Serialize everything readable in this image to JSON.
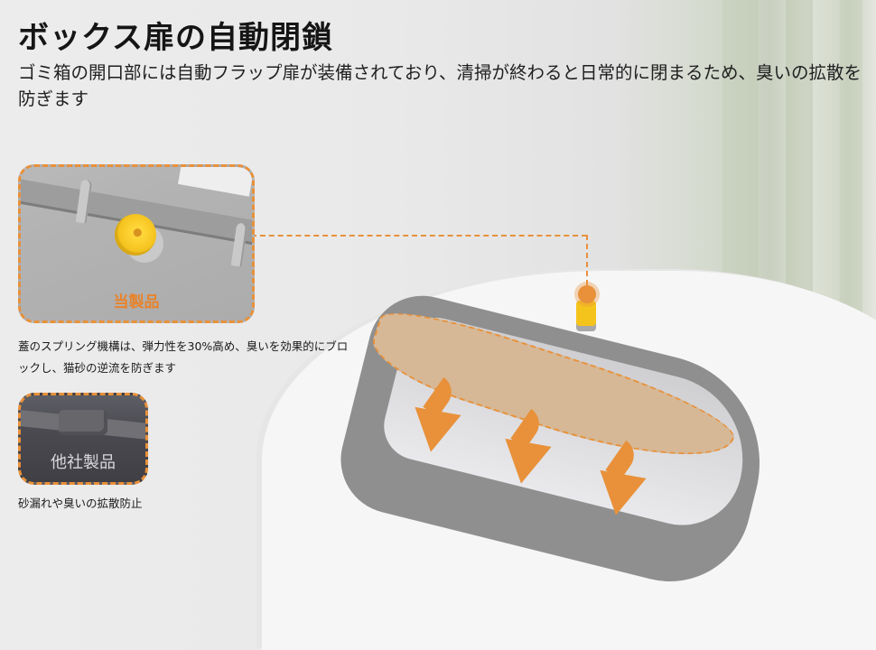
{
  "headline": "ボックス扉の自動閉鎖",
  "description": "ゴミ箱の開口部には自動フラップ扉が装備されており、清掃が終わると日常的に閉まるため、臭いの拡散を防ぎます",
  "comparison": {
    "ours": {
      "label": "当製品",
      "caption": "蓋のスプリング機構は、弾力性を30%高め、臭いを効果的にブロックし、猫砂の逆流を防ぎます"
    },
    "competitor": {
      "label": "他社製品",
      "caption": "砂漏れや臭いの拡散防止"
    }
  },
  "colors": {
    "accent": "#e8913a",
    "flap": "#d6b896",
    "spring_pin": "#f5c41c",
    "housing": "#8f8f8f"
  },
  "icons": [
    "closing-arrow-icon",
    "spring-pin-marker-icon"
  ]
}
